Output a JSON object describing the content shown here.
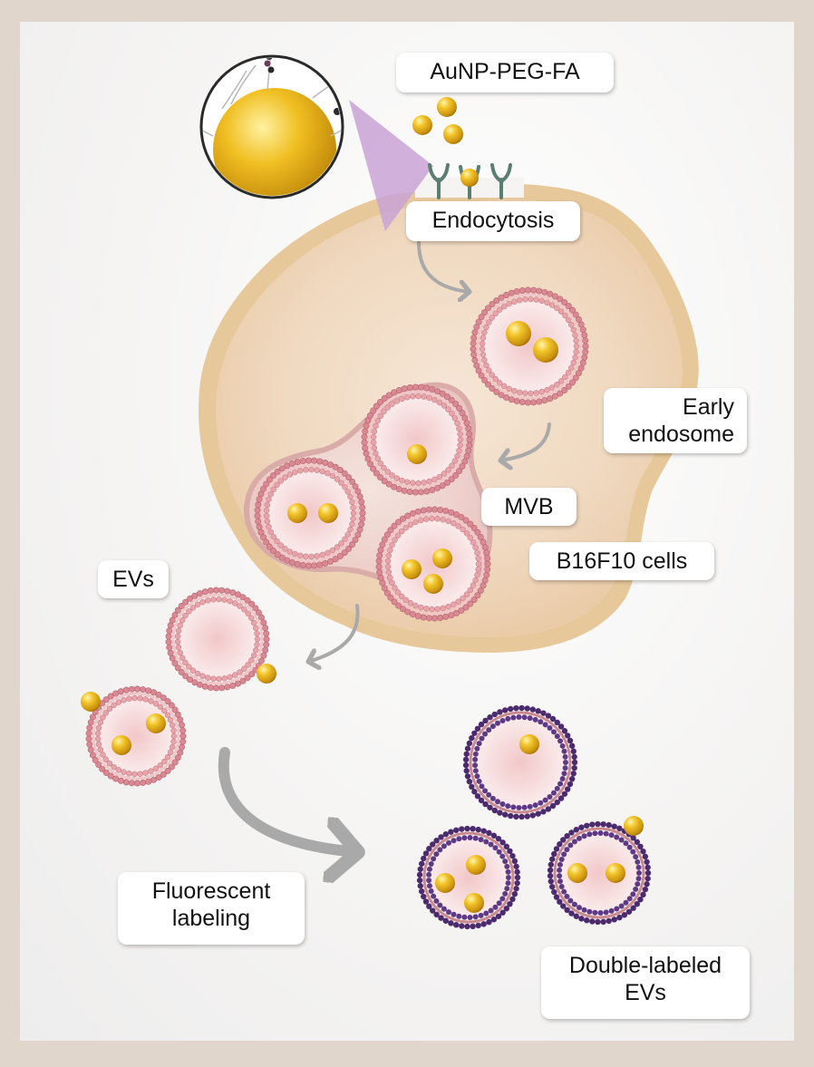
{
  "labels": {
    "aunp": "AuNP-PEG-FA",
    "endocytosis": "Endocytosis",
    "early_endosome": [
      "Early",
      "endosome"
    ],
    "mvb": "MVB",
    "cells": "B16F10 cells",
    "evs": "EVs",
    "fluorescent": [
      "Fluorescent",
      "labeling"
    ],
    "double": [
      "Double-labeled",
      "EVs"
    ]
  },
  "colors": {
    "background_frame": "#e0d6cc",
    "cell_membrane": "#e7c89a",
    "cell_interior": "#f3dcc6",
    "vesicle_pink": "#d98993",
    "vesicle_purple": "#4b2a6e",
    "gold": "#e6b520",
    "arrow": "#a9a9a9",
    "receptor": "#5a7f72",
    "zoom_cone": "#c9a3d6"
  },
  "icons": [
    "gold-nanoparticle-icon",
    "folate-receptor-icon",
    "curved-arrow-icon",
    "vesicle-icon"
  ]
}
